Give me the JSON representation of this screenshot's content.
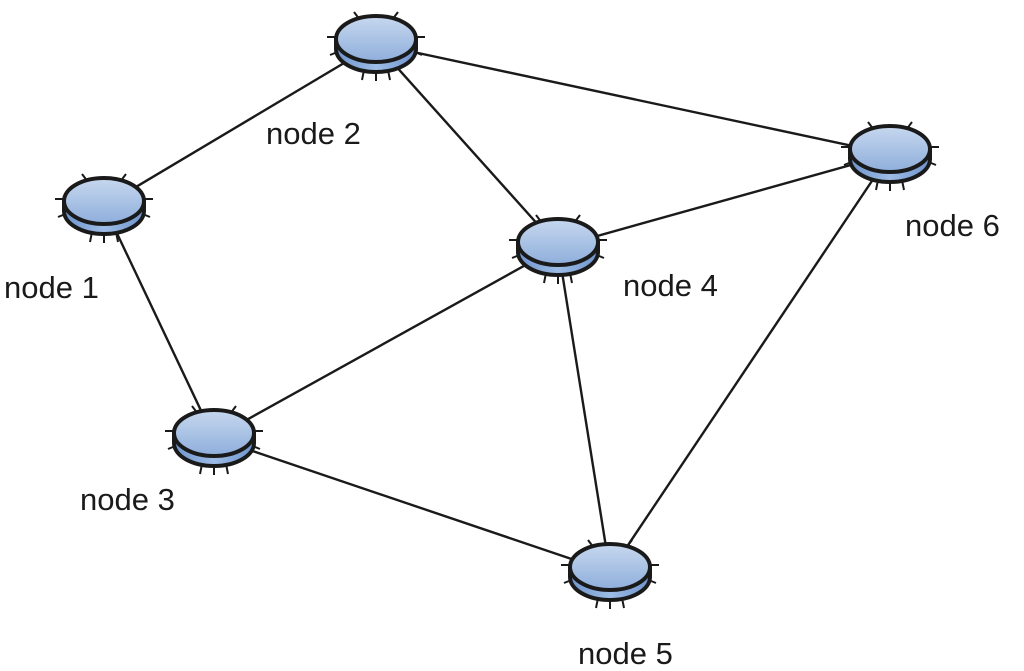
{
  "diagram": {
    "node_color": "#9fbbe0",
    "node_rim_color": "#7fa3d6",
    "outline_color": "#1a1a1a",
    "nodes": [
      {
        "id": "n1",
        "label": "node 1"
      },
      {
        "id": "n2",
        "label": "node  2"
      },
      {
        "id": "n3",
        "label": "node  3"
      },
      {
        "id": "n4",
        "label": "node  4"
      },
      {
        "id": "n5",
        "label": "node  5"
      },
      {
        "id": "n6",
        "label": "node  6"
      }
    ],
    "edges": [
      [
        "n1",
        "n2"
      ],
      [
        "n1",
        "n3"
      ],
      [
        "n2",
        "n4"
      ],
      [
        "n2",
        "n6"
      ],
      [
        "n3",
        "n4"
      ],
      [
        "n3",
        "n5"
      ],
      [
        "n4",
        "n6"
      ],
      [
        "n4",
        "n5"
      ],
      [
        "n5",
        "n6"
      ]
    ]
  }
}
